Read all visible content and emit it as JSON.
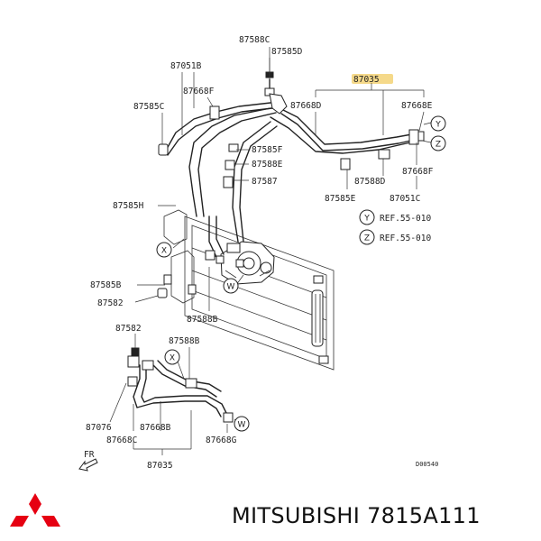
{
  "labels": {
    "l87588c": "87588C",
    "l87585d": "87585D",
    "l87051b": "87051B",
    "l87035a": "87035",
    "l87668f_a": "87668F",
    "l87585c": "87585C",
    "l87668d": "87668D",
    "l87668e": "87668E",
    "l87585f": "87585F",
    "l87588e": "87588E",
    "l87587": "87587",
    "l87588d": "87588D",
    "l87668f_b": "87668F",
    "l87585e": "87585E",
    "l87051c": "87051C",
    "l87585h": "87585H",
    "l87585b": "87585B",
    "l87582a": "87582",
    "l87588b_a": "87588B",
    "l87582b": "87582",
    "l87588b_b": "87588B",
    "l87076": "87076",
    "l87668b": "87668B",
    "l87668c": "87668C",
    "l87668g": "87668G",
    "l87035b": "87035",
    "ref_y": "REF.55-010",
    "ref_z": "REF.55-010",
    "fr": "FR",
    "code": "D00540"
  },
  "markers": {
    "y": "Y",
    "z": "Z",
    "x": "X",
    "w": "W"
  },
  "brand": {
    "text": "MITSUBISHI 7815A111",
    "logo_color": "#e60012",
    "highlight_color": "#f5d98a"
  }
}
